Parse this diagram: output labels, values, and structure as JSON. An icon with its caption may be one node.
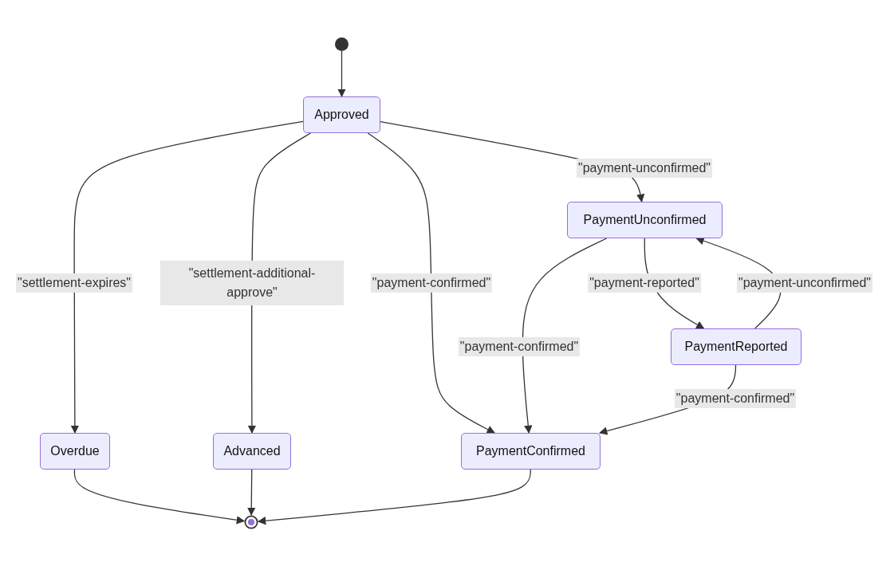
{
  "diagram": {
    "nodes": [
      {
        "text": [],
        "shape": "circle"
      },
      {
        "text": [
          "Approved"
        ]
      },
      {
        "text": [
          "PaymentUnconfirmed"
        ]
      },
      {
        "text": [
          "PaymentReported"
        ]
      },
      {
        "text": [
          "Overdue"
        ]
      },
      {
        "text": [
          "Advanced"
        ]
      },
      {
        "text": [
          "PaymentConfirmed"
        ]
      },
      {
        "text": [],
        "shape": "circle"
      }
    ],
    "edges": [
      {
        "from": 0,
        "to": 1,
        "arrow": "to"
      },
      {
        "from": 1,
        "to": 4,
        "arrow": "to",
        "label": "\"settlement-expires\""
      },
      {
        "from": 1,
        "to": 5,
        "arrow": "to",
        "label": "\"settlement-additional-approve\""
      },
      {
        "from": 1,
        "to": 6,
        "arrow": "to",
        "label": "\"payment-confirmed\""
      },
      {
        "from": 1,
        "to": 2,
        "arrow": "to",
        "label": "\"payment-unconfirmed\""
      },
      {
        "from": 2,
        "to": 6,
        "arrow": "to",
        "label": "\"payment-confirmed\""
      },
      {
        "from": 2,
        "to": 3,
        "arrow": "to",
        "label": "\"payment-reported\""
      },
      {
        "from": 3,
        "to": 2,
        "arrow": "to",
        "label": "\"payment-unconfirmed\""
      },
      {
        "from": 3,
        "to": 6,
        "arrow": "to",
        "label": "\"payment-confirmed\""
      },
      {
        "from": 4,
        "to": 7,
        "arrow": "to"
      },
      {
        "from": 5,
        "to": 7,
        "arrow": "to"
      },
      {
        "from": 6,
        "to": 7,
        "arrow": "to"
      }
    ]
  }
}
